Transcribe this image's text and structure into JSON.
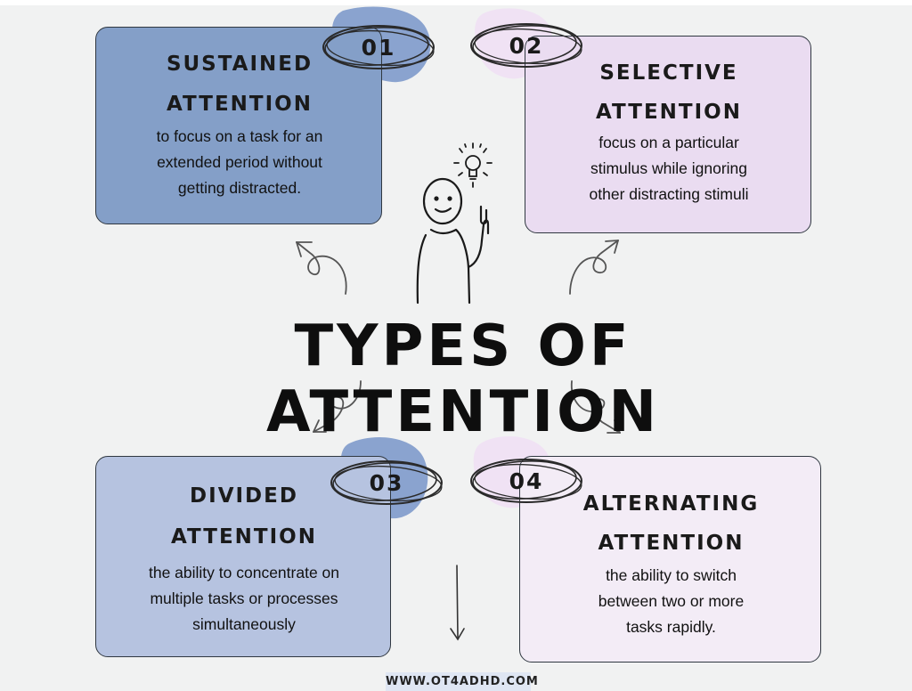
{
  "title": "TYPES OF ATTENTION",
  "footer": "WWW.OT4ADHD.COM",
  "cards": [
    {
      "number": "01",
      "title_line1": "SUSTAINED",
      "title_line2": "ATTENTION",
      "description": [
        "to focus on a task for an",
        "extended period without",
        "getting distracted."
      ]
    },
    {
      "number": "02",
      "title_line1": "SELECTIVE",
      "title_line2": "ATTENTION",
      "description": [
        "focus on a particular",
        "stimulus while ignoring",
        "other distracting stimuli"
      ]
    },
    {
      "number": "03",
      "title_line1": "DIVIDED",
      "title_line2": "ATTENTION",
      "description": [
        "the ability to concentrate on",
        "multiple tasks or processes",
        "simultaneously"
      ]
    },
    {
      "number": "04",
      "title_line1": "ALTERNATING",
      "title_line2": "ATTENTION",
      "description": [
        "the ability to switch",
        "between two or more",
        "tasks rapidly."
      ]
    }
  ],
  "colors": {
    "background": "#f1f2f2",
    "card1": "#849fc8",
    "card2": "#eadcf1",
    "card3": "#b6c3e0",
    "card4": "#f3ecf6",
    "blob_blue": "#8aa3cf",
    "blob_pink": "#f0e2f4",
    "footer_bg": "#dfe6f3"
  },
  "icons": [
    "lightbulb-icon",
    "thinking-person-icon",
    "curly-arrow-icon",
    "down-arrow-icon"
  ]
}
